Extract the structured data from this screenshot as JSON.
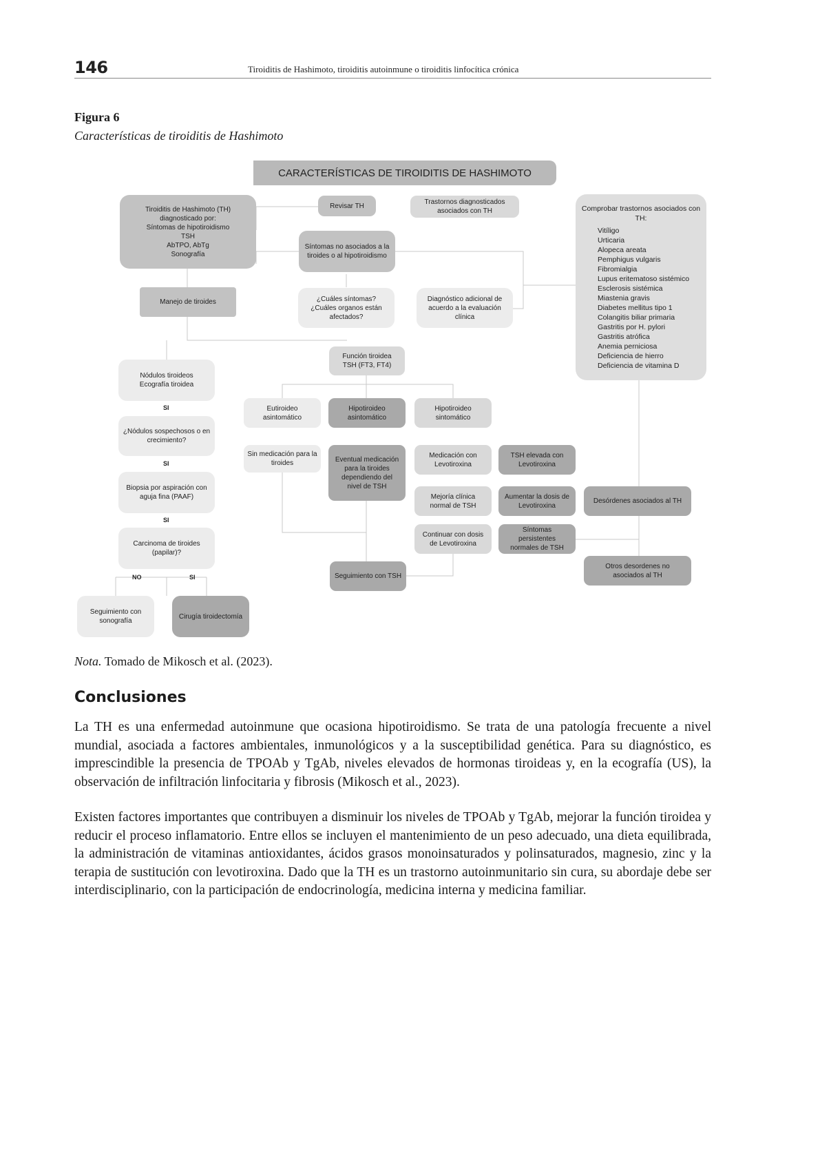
{
  "header": {
    "page_number": "146",
    "running_title": "Tiroiditis de Hashimoto, tiroiditis autoinmune o tiroiditis linfocítica crónica"
  },
  "figure": {
    "label": "Figura 6",
    "caption": "Características de tiroiditis de Hashimoto",
    "note_label": "Nota.",
    "note_text": " Tomado de Mikosch et al. (2023)."
  },
  "diagram": {
    "title": "CARACTERÍSTICAS DE TIROIDITIS DE HASHIMOTO",
    "nodes": {
      "th_diag": "Tiroiditis de Hashimoto (TH)\ndiagnosticado por:\nSíntomas de hipotiroidismo\nTSH\nAbTPO, AbTg\nSonografía",
      "revisar": "Revisar TH",
      "trastornos": "Trastornos diagnosticados\nasociados con TH",
      "sintomas_no": "Síntomas no asociados a la\ntiroides o al hipotiroidismo",
      "manejo": "Manejo de tiroides",
      "cuales": "¿Cuáles síntomas?\n¿Cuáles organos están\nafectados?",
      "diag_adicional": "Diagnóstico adicional de\nacuerdo a la evaluación\nclínica",
      "funcion": "Función tiroidea\nTSH (FT3, FT4)",
      "nodulos": "Nódulos tiroideos\nEcografía tiroidea",
      "sospechosos": "¿Nódulos sospechosos o en\ncrecimiento?",
      "biopsia": "Biopsia por aspiración con\naguja fina (PAAF)",
      "carcinoma": "Carcinoma de tiroides\n(papilar)?",
      "seg_sono": "Seguimiento con\nsonografía",
      "cirugia": "Cirugía tiroidectomía",
      "eutiroideo": "Eutiroideo\nasintomático",
      "hipo_asint": "Hipotiroideo\nasintomático",
      "hipo_sint": "Hipotiroideo\nsintomático",
      "sin_med": "Sin medicación para la\ntiroides",
      "eventual": "Eventual medicación\npara la tiroides\ndependiendo del\nnivel de TSH",
      "med_levo": "Medicación con\nLevotiroxina",
      "tsh_elevada": "TSH elevada con\nLevotiroxina",
      "mejoria": "Mejoría clínica\nnormal de TSH",
      "aumentar": "Aumentar la dosis de\nLevotiroxina",
      "desordenes": "Desórdenes asociados al TH",
      "continuar": "Continuar con dosis\nde Levotiroxina",
      "persistentes": "Síntomas\npersistentes\nnormales de TSH",
      "seg_tsh": "Seguimiento con TSH",
      "otros": "Otros desordenes no\nasociados al TH"
    },
    "labels": {
      "si1": "SI",
      "si2": "SI",
      "si3": "SI",
      "no": "NO",
      "si4": "SI"
    },
    "associated": {
      "title": "Comprobar trastornos asociados con TH:",
      "items": [
        "Vitíligo",
        "Urticaria",
        "Alopeca areata",
        "Pemphigus vulgaris",
        "Fibromialgia",
        "Lupus eritematoso sistémico",
        "Esclerosis sistémica",
        "Miastenia gravis",
        "Diabetes mellitus tipo 1",
        "Colangitis biliar primaria",
        "Gastritis por H. pylori",
        "Gastritis atrófica",
        "Anemia perniciosa",
        "Deficiencia de hierro",
        "Deficiencia de vitamina D"
      ]
    }
  },
  "conclusions": {
    "title": "Conclusiones",
    "p1": "La TH es una enfermedad autoinmune que ocasiona hipotiroidismo. Se trata de una patología frecuente a nivel mundial, asociada a factores ambientales, inmunológicos y a la susceptibilidad genética. Para su diagnóstico, es imprescindible la presencia de TPOAb y TgAb, niveles elevados de hormonas tiroideas y, en la ecografía (US), la observación de infiltración linfocitaria y fibrosis (Mikosch et al., 2023).",
    "p2": "Existen factores importantes que contribuyen a disminuir los niveles de TPOAb y TgAb, mejorar la función tiroidea y reducir el proceso inflamatorio. Entre ellos se incluyen el mantenimiento de un peso adecuado, una dieta equilibrada, la administración de vitaminas antioxidantes, ácidos grasos monoinsaturados y polinsatura­dos, magnesio, zinc y la terapia de sustitución con levotiroxina. Dado que la TH es un trastorno autoinmunita­rio sin cura, su abordaje debe ser interdisciplinario, con la participación de endocrinología, medicina interna y medicina familiar."
  }
}
